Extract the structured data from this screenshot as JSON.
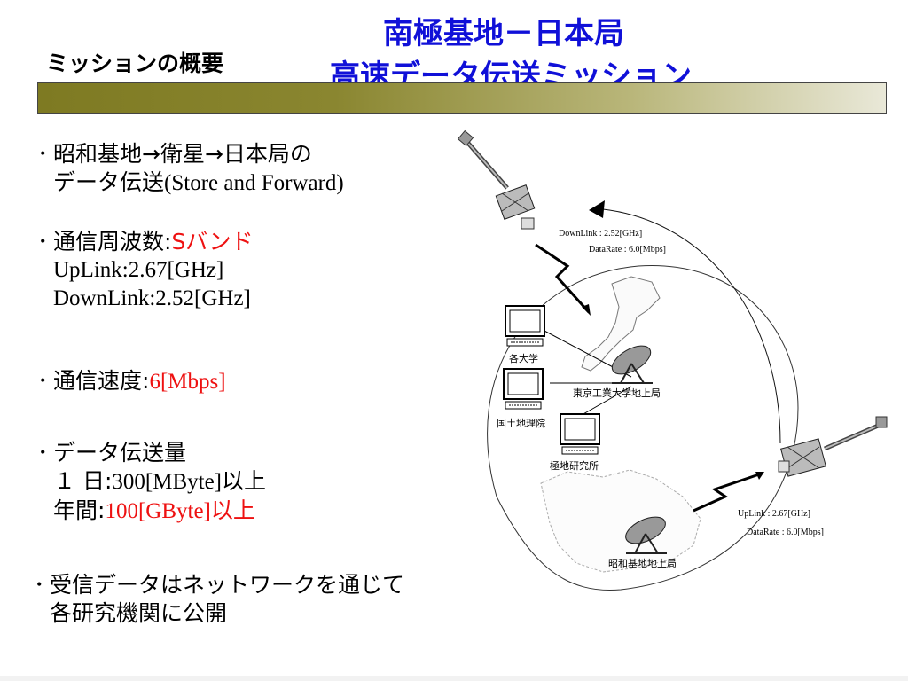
{
  "header": {
    "section": "ミッションの概要",
    "title_line1": "南極基地－日本局",
    "title_line2": "高速データ伝送ミッション"
  },
  "bullets": {
    "b1_line1_a": "昭和基地→衛星→日本局の",
    "b1_line2_a": "データ伝送",
    "b1_line2_b": "(Store and Forward)",
    "b2_label": "通信周波数:",
    "b2_value": "Sバンド",
    "b2_uplink": "UpLink:2.67[GHz]",
    "b2_downlink": "DownLink:2.52[GHz]",
    "b3_label": "通信速度",
    "b3_colon": ":",
    "b3_value": "6[Mbps]",
    "b4_label": "データ伝送量",
    "b4_day_label": "１ 日",
    "b4_day_colon": ":",
    "b4_day_value": "300[MByte]",
    "b4_day_suffix": "以上",
    "b4_year_label": "年間",
    "b4_year_colon": ":",
    "b4_year_value": "100[GByte]以上",
    "b5_line1": "受信データはネットワークを通じて",
    "b5_line2": "各研究機関に公開"
  },
  "diagram": {
    "downlink": "DownLink : 2.52[GHz]",
    "downlink_rate": "DataRate : 6.0[Mbps]",
    "uplink": "UpLink : 2.67[GHz]",
    "uplink_rate": "DataRate : 6.0[Mbps]",
    "node_universities": "各大学",
    "node_tokyo_tech": "東京工業大学地上局",
    "node_gsi": "国土地理院",
    "node_nipr": "極地研究所",
    "node_syowa": "昭和基地地上局"
  },
  "colors": {
    "title": "#1010d8",
    "accent_red": "#ee1111",
    "bar_dark": "#7e7a22",
    "bar_light": "#e9e8d8"
  }
}
